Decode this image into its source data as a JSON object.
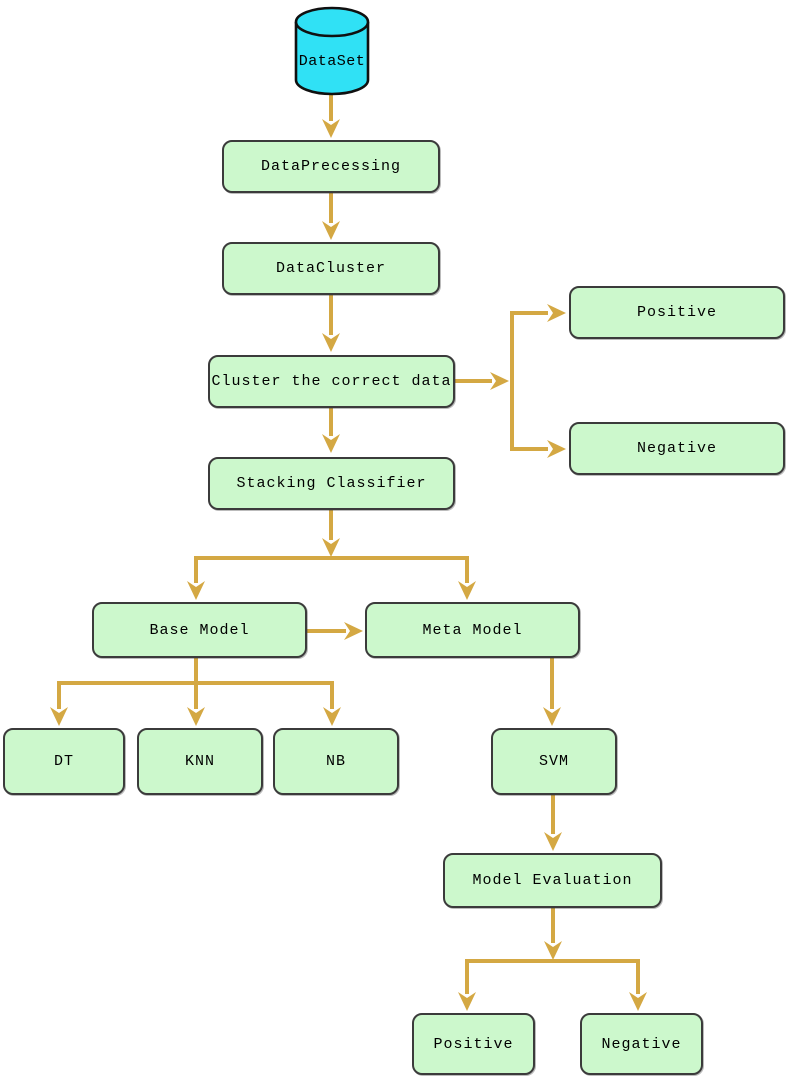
{
  "diagram": {
    "colors": {
      "background": "#ffffff",
      "node_fill": "#ccf8cc",
      "node_border": "#3b3b3b",
      "arrow": "#d4a843",
      "cylinder_fill": "#30e1f5",
      "cylinder_border": "#101010",
      "text": "#000000"
    },
    "nodes": {
      "dataset": {
        "label": "DataSet",
        "shape": "cylinder"
      },
      "data_precessing": {
        "label": "DataPrecessing",
        "shape": "rounded-rect"
      },
      "data_cluster": {
        "label": "DataCluster",
        "shape": "rounded-rect"
      },
      "cluster_correct_data": {
        "label": "Cluster the correct data",
        "shape": "rounded-rect"
      },
      "positive_right": {
        "label": "Positive",
        "shape": "rounded-rect"
      },
      "negative_right": {
        "label": "Negative",
        "shape": "rounded-rect"
      },
      "stacking_classifier": {
        "label": "Stacking Classifier",
        "shape": "rounded-rect"
      },
      "base_model": {
        "label": "Base Model",
        "shape": "rounded-rect"
      },
      "meta_model": {
        "label": "Meta Model",
        "shape": "rounded-rect"
      },
      "dt": {
        "label": "DT",
        "shape": "rounded-rect"
      },
      "knn": {
        "label": "KNN",
        "shape": "rounded-rect"
      },
      "nb": {
        "label": "NB",
        "shape": "rounded-rect"
      },
      "svm": {
        "label": "SVM",
        "shape": "rounded-rect"
      },
      "model_evaluation": {
        "label": "Model Evaluation",
        "shape": "rounded-rect"
      },
      "positive_bottom": {
        "label": "Positive",
        "shape": "rounded-rect"
      },
      "negative_bottom": {
        "label": "Negative",
        "shape": "rounded-rect"
      }
    },
    "edges": [
      {
        "from": "dataset",
        "to": "data_precessing"
      },
      {
        "from": "data_precessing",
        "to": "data_cluster"
      },
      {
        "from": "data_cluster",
        "to": "cluster_correct_data"
      },
      {
        "from": "cluster_correct_data",
        "to": "positive_right"
      },
      {
        "from": "cluster_correct_data",
        "to": "negative_right"
      },
      {
        "from": "cluster_correct_data",
        "to": "stacking_classifier"
      },
      {
        "from": "stacking_classifier",
        "to": "base_model"
      },
      {
        "from": "stacking_classifier",
        "to": "meta_model"
      },
      {
        "from": "base_model",
        "to": "meta_model"
      },
      {
        "from": "base_model",
        "to": "dt"
      },
      {
        "from": "base_model",
        "to": "knn"
      },
      {
        "from": "base_model",
        "to": "nb"
      },
      {
        "from": "meta_model",
        "to": "svm"
      },
      {
        "from": "svm",
        "to": "model_evaluation"
      },
      {
        "from": "model_evaluation",
        "to": "positive_bottom"
      },
      {
        "from": "model_evaluation",
        "to": "negative_bottom"
      }
    ]
  }
}
